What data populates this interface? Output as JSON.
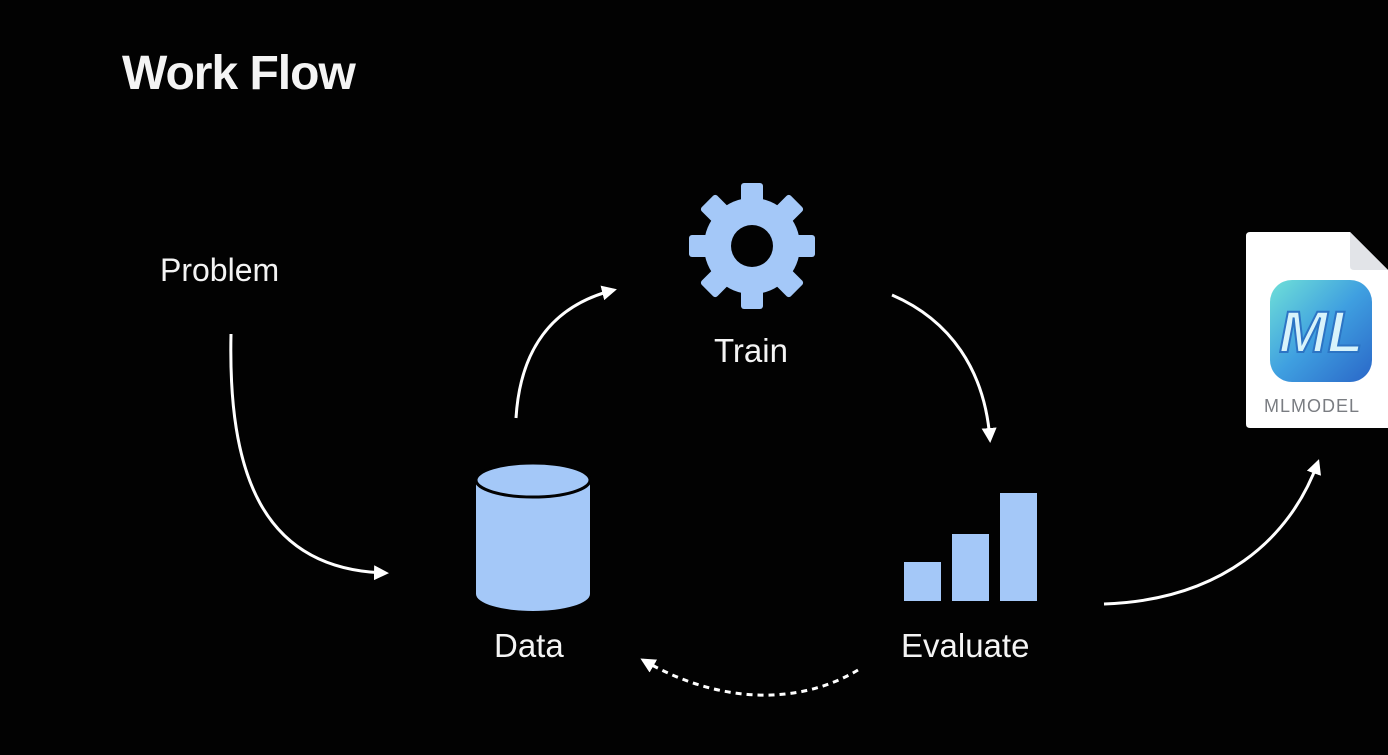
{
  "slide": {
    "title": "Work Flow"
  },
  "nodes": {
    "problem": {
      "label": "Problem"
    },
    "train": {
      "label": "Train",
      "icon": "gear-icon"
    },
    "data": {
      "label": "Data",
      "icon": "database-icon"
    },
    "evaluate": {
      "label": "Evaluate",
      "icon": "bar-chart-icon"
    },
    "model": {
      "label": "MLMODEL",
      "icon": "ml-model-file-icon",
      "badge_text": "ML"
    }
  },
  "colors": {
    "background": "#020202",
    "icon_fill": "#a4c8f8",
    "arrow": "#ffffff",
    "text": "#f4f4f4"
  }
}
